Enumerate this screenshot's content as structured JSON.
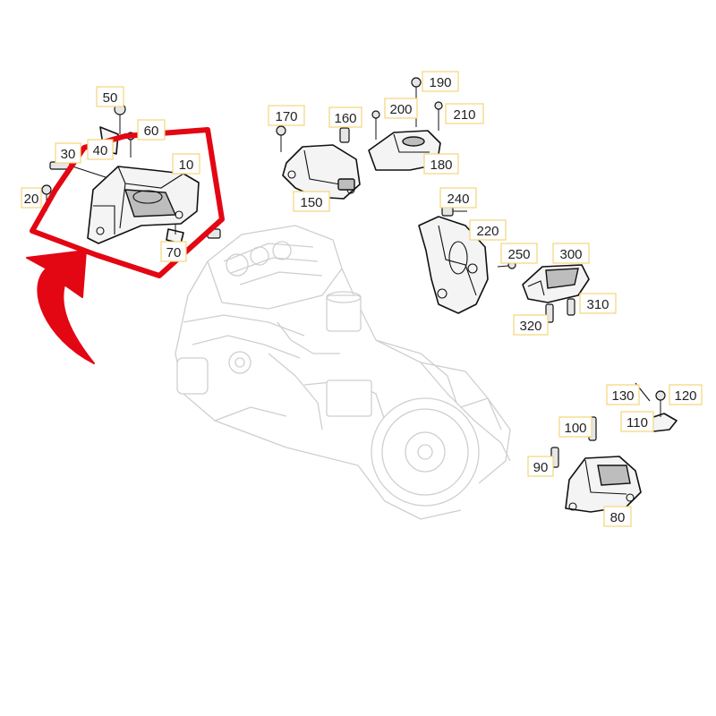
{
  "colors": {
    "highlight": "#e30613",
    "callout_border": "#f2d67a",
    "line_art": "#111111",
    "engine_line": "#cfcfcf"
  },
  "callouts": [
    {
      "id": "10",
      "label": "10"
    },
    {
      "id": "20",
      "label": "20"
    },
    {
      "id": "30",
      "label": "30"
    },
    {
      "id": "40",
      "label": "40"
    },
    {
      "id": "50",
      "label": "50"
    },
    {
      "id": "60",
      "label": "60"
    },
    {
      "id": "70",
      "label": "70"
    },
    {
      "id": "80",
      "label": "80"
    },
    {
      "id": "90",
      "label": "90"
    },
    {
      "id": "100",
      "label": "100"
    },
    {
      "id": "110",
      "label": "110"
    },
    {
      "id": "120",
      "label": "120"
    },
    {
      "id": "130",
      "label": "130"
    },
    {
      "id": "150",
      "label": "150"
    },
    {
      "id": "160",
      "label": "160"
    },
    {
      "id": "170",
      "label": "170"
    },
    {
      "id": "180",
      "label": "180"
    },
    {
      "id": "190",
      "label": "190"
    },
    {
      "id": "200",
      "label": "200"
    },
    {
      "id": "210",
      "label": "210"
    },
    {
      "id": "220",
      "label": "220"
    },
    {
      "id": "240",
      "label": "240"
    },
    {
      "id": "250",
      "label": "250"
    },
    {
      "id": "300",
      "label": "300"
    },
    {
      "id": "310",
      "label": "310"
    },
    {
      "id": "320",
      "label": "320"
    }
  ]
}
